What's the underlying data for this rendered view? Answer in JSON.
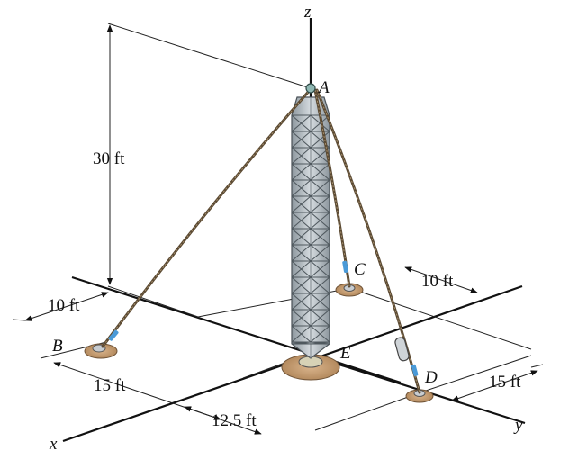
{
  "labels": {
    "z_axis": "z",
    "x_axis": "x",
    "y_axis": "y",
    "point_a": "A",
    "point_b": "B",
    "point_c": "C",
    "point_d": "D",
    "point_e": "E"
  },
  "dimensions": {
    "height": "30 ft",
    "b_offset": "10 ft",
    "c_offset": "10 ft",
    "b_to_e": "15 ft",
    "d_offset": "15 ft",
    "e_to_d": "12.5 ft"
  },
  "colors": {
    "tower": "#b8c0c6",
    "cable": "#5b4a33",
    "anchor_pad": "#c9a27a",
    "blue_fitting": "#4a9ad8"
  }
}
